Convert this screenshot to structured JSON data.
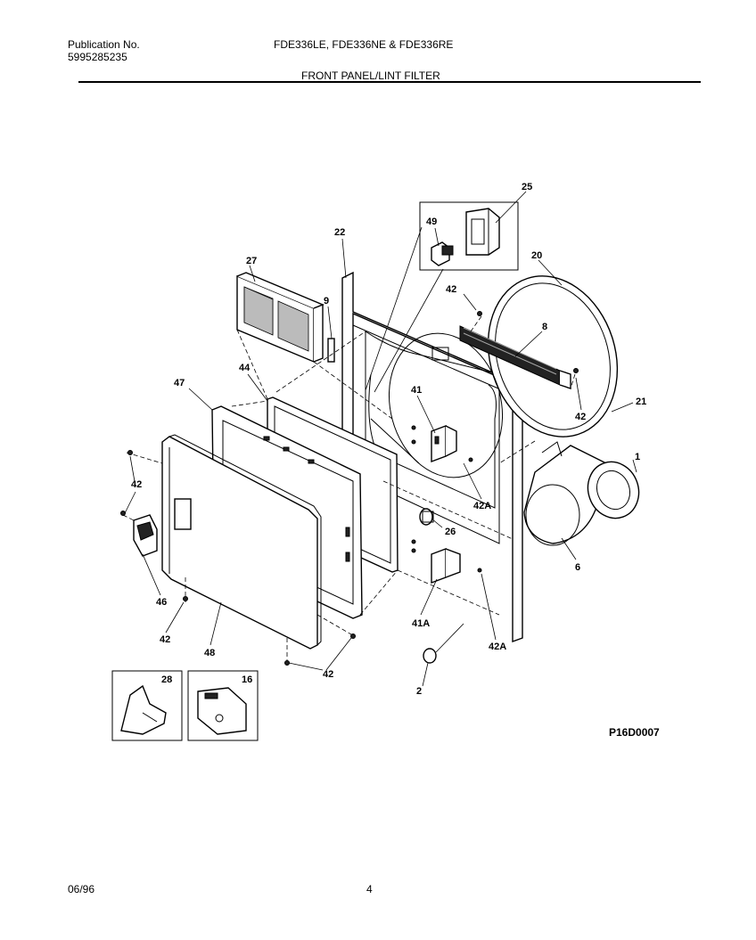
{
  "header": {
    "publication_label": "Publication No.",
    "publication_number": "5995285235",
    "models": "FDE336LE, FDE336NE & FDE336RE",
    "section_title": "FRONT PANEL/LINT FILTER"
  },
  "figure_code": "P16D0007",
  "footer": {
    "date": "06/96",
    "page": "4"
  },
  "callouts": {
    "c25": "25",
    "c49": "49",
    "c22": "22",
    "c20": "20",
    "c27": "27",
    "c9": "9",
    "c42_top": "42",
    "c8": "8",
    "c44": "44",
    "c47": "47",
    "c41": "41",
    "c21": "21",
    "c42_right": "42",
    "c1": "1",
    "c42a_upper": "42A",
    "c42_left": "42",
    "c26": "26",
    "c6": "6",
    "c46": "46",
    "c41a": "41A",
    "c42a_lower": "42A",
    "c42_bottom_left": "42",
    "c48": "48",
    "c42_bottom": "42",
    "c2": "2",
    "c28": "28",
    "c16": "16"
  }
}
